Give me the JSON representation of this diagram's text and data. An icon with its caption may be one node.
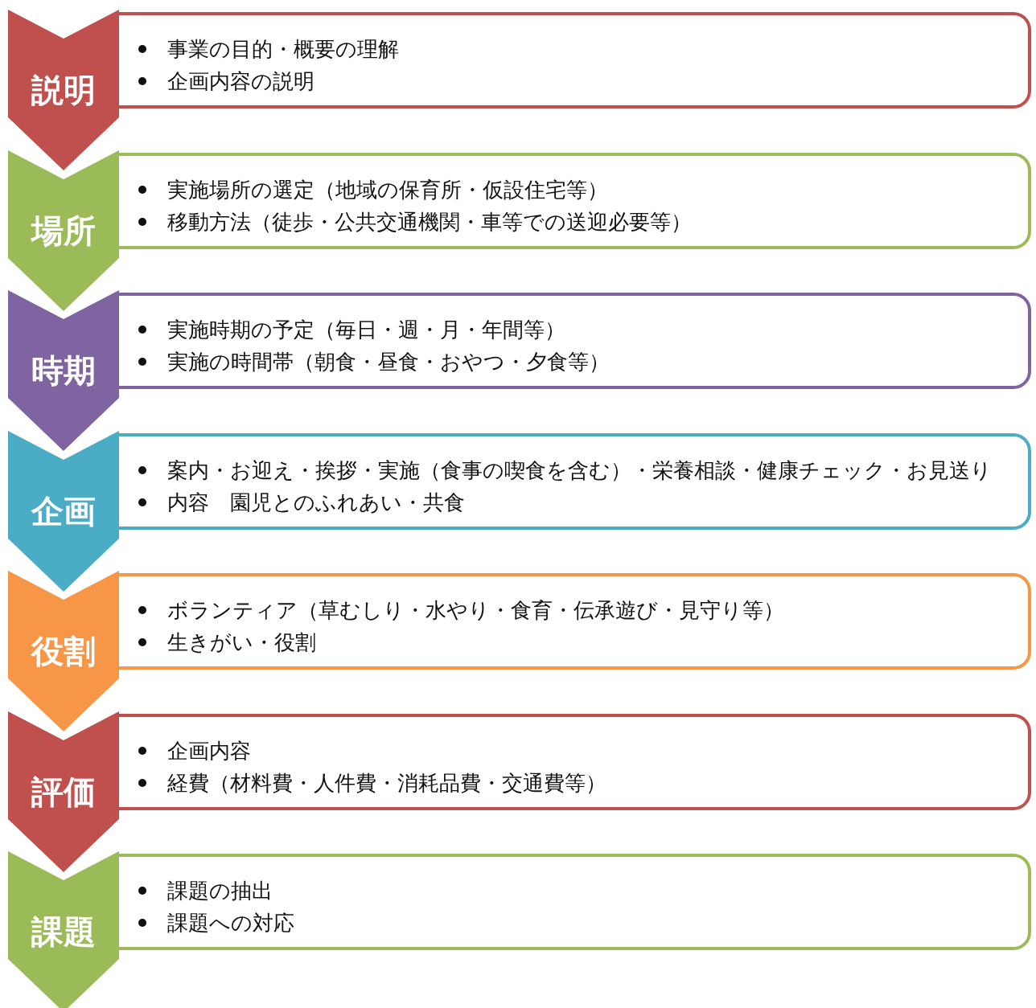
{
  "diagram": {
    "nodes": [
      {
        "text": [
          "説明"
        ]
      },
      {
        "text": [
          "事業の目的・概要の理解",
          "企画内容の説明"
        ]
      },
      {
        "text": [
          "場所"
        ]
      },
      {
        "text": [
          "実施場所の選定（地域の保育所・仮設住宅等）",
          "移動方法（徒歩・公共交通機関・車等での送迎必要等）"
        ]
      },
      {
        "text": [
          "時期"
        ]
      },
      {
        "text": [
          "実施時期の予定（毎日・週・月・年間等）",
          "実施の時間帯（朝食・昼食・おやつ・夕食等）"
        ]
      },
      {
        "text": [
          "企画"
        ]
      },
      {
        "text": [
          "案内・お迎え・挨拶・実施（食事の喫食を含む）・栄養相談・健康チェック・お見送り",
          "内容　園児とのふれあい・共食"
        ]
      },
      {
        "text": [
          "役割"
        ]
      },
      {
        "text": [
          "ボランティア（草むしり・水やり・食育・伝承遊び・見守り等）",
          "生きがい・役割"
        ]
      },
      {
        "text": [
          "評価"
        ]
      },
      {
        "text": [
          "企画内容",
          "経費（材料費・人件費・消耗品費・交通費等）"
        ]
      },
      {
        "text": [
          "課題"
        ]
      },
      {
        "text": [
          "課題の抽出",
          "課題への対応"
        ]
      }
    ]
  }
}
